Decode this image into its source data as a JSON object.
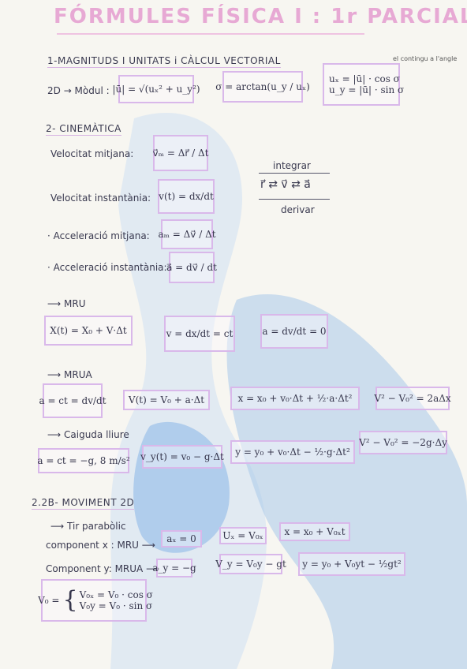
{
  "title": "FÓRMULES FÍSICA I : 1r PARCIAL",
  "s1": {
    "heading": "1-MAGNITUDS I UNITATS i CÀLCUL VECTORIAL",
    "modul_label": "2D → Mòdul :",
    "modul_formula": "|ū| = √(uₓ² + u_y²)",
    "angle_formula": "σ = arctan(u_y / uₓ)",
    "ux_formula": "uₓ = |ū| · cos σ",
    "uy_formula": "u_y = |ū| · sin σ",
    "note": "el contingu a l'angle"
  },
  "s2": {
    "heading": "2- CINEMÀTICA",
    "vm_label": "Velocitat mitjana:",
    "vm_formula": "v⃗ₘ = Δr⃗ / Δt",
    "vi_label": "Velocitat instantània:",
    "vi_formula": "v(t) = dx/dt",
    "am_label": "· Acceleració mitjana:",
    "am_formula": "aₘ = Δv⃗ / Δt",
    "ai_label": "· Acceleració instantània:",
    "ai_formula": "a⃗ = dv⃗ / dt",
    "integrar": "integrar",
    "chain": "r⃗ ⇄ v⃗ ⇄ a⃗",
    "derivar": "derivar"
  },
  "mru": {
    "heading": "⟶ MRU",
    "f1": "X(t) = X₀ + V·Δt",
    "f2": "v = dx/dt = ct",
    "f3": "a = dv/dt = 0"
  },
  "mrua": {
    "heading": "⟶ MRUA",
    "f1": "a = ct = dv/dt",
    "f2": "V(t) = V₀ + a·Δt",
    "f3": "x = x₀ + v₀·Δt + ½·a·Δt²",
    "f4": "V² − V₀² = 2aΔx"
  },
  "caiguda": {
    "heading": "⟶ Caiguda lliure",
    "f1": "a = ct = −g, 8 m/s²",
    "f2": "v_y(t) = v₀ − g·Δt",
    "f3": "y = y₀ + v₀·Δt − ½·g·Δt²",
    "f4": "V² − V₀² = −2g·Δy"
  },
  "s23": {
    "heading": "2.2B- MOVIMENT 2D",
    "tir": "⟶ Tir parabòlic",
    "cx_label": "component x : MRU ⟶",
    "ax": "aₓ = 0",
    "vx": "Uₓ = V₀ₓ",
    "x": "x = x₀ + V₀ₓt",
    "cy_label": "Component y: MRUA ⟶",
    "ay": "a_y = −g",
    "vy": "V_y = V₀y − gt",
    "y": "y = y₀ + V₀yt − ½gt²",
    "v0_label": "V₀ =",
    "v0x": "V₀ₓ = V₀ · cos σ",
    "v0y": "V₀y = V₀ · sin σ"
  }
}
